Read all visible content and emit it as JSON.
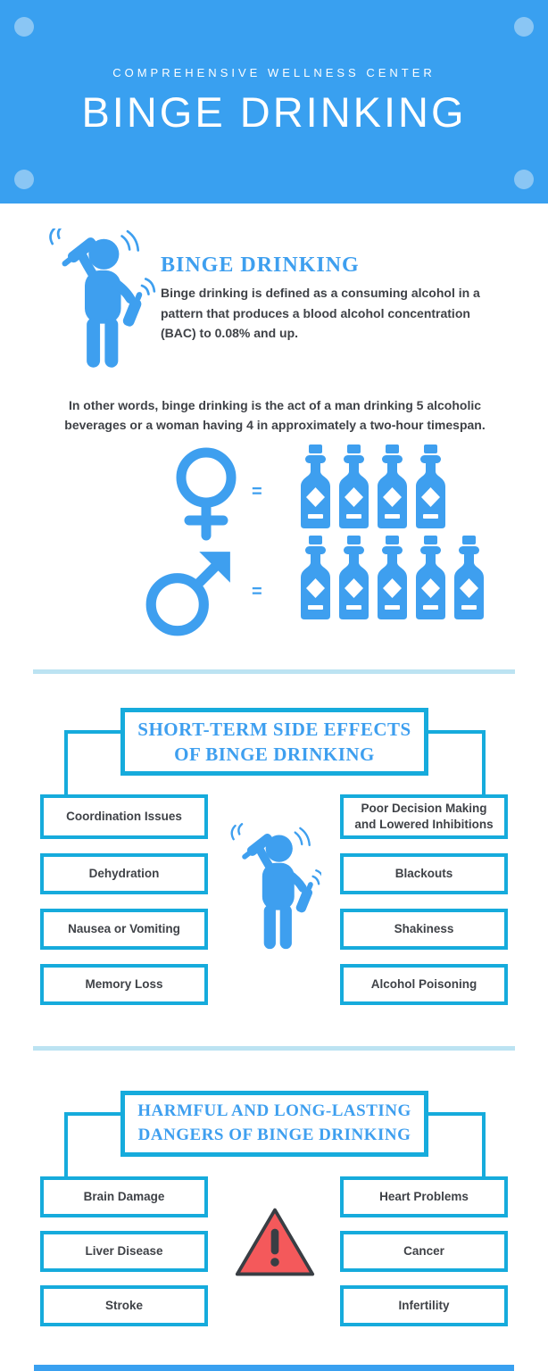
{
  "colors": {
    "banner": "#39A0F0",
    "dot": "#8AC6F4",
    "accent": "#3E9FEF",
    "border": "#16ABDC",
    "divider": "#BCE3F2",
    "ink": "#3F4247",
    "inkdark": "#393E44",
    "danger": "#F4595B"
  },
  "banner": {
    "eyebrow": "COMPREHENSIVE WELLNESS CENTER",
    "title": "BINGE DRINKING"
  },
  "definition": {
    "heading": "BINGE DRINKING",
    "body": "Binge drinking is defined as a consuming alcohol in a pattern that produces a blood alcohol concentration (BAC) to 0.08% and up."
  },
  "equivalence": {
    "intro": "In other words, binge drinking is the act of a man drinking 5 alcoholic beverages or a woman having 4 in approximately a two-hour timespan.",
    "equals_sign": "=",
    "woman_drinks": 4,
    "man_drinks": 5
  },
  "short_term": {
    "heading_line1": "SHORT-TERM SIDE EFFECTS",
    "heading_line2": "OF BINGE DRINKING",
    "left": [
      "Coordination Issues",
      "Dehydration",
      "Nausea or Vomiting",
      "Memory Loss"
    ],
    "right": [
      "Poor Decision Making and Lowered Inhibitions",
      "Blackouts",
      "Shakiness",
      "Alcohol Poisoning"
    ]
  },
  "long_term": {
    "heading_line1": "HARMFUL AND LONG-LASTING",
    "heading_line2": "DANGERS OF BINGE DRINKING",
    "left": [
      "Brain Damage",
      "Liver Disease",
      "Stroke"
    ],
    "right": [
      "Heart Problems",
      "Cancer",
      "Infertility"
    ]
  }
}
